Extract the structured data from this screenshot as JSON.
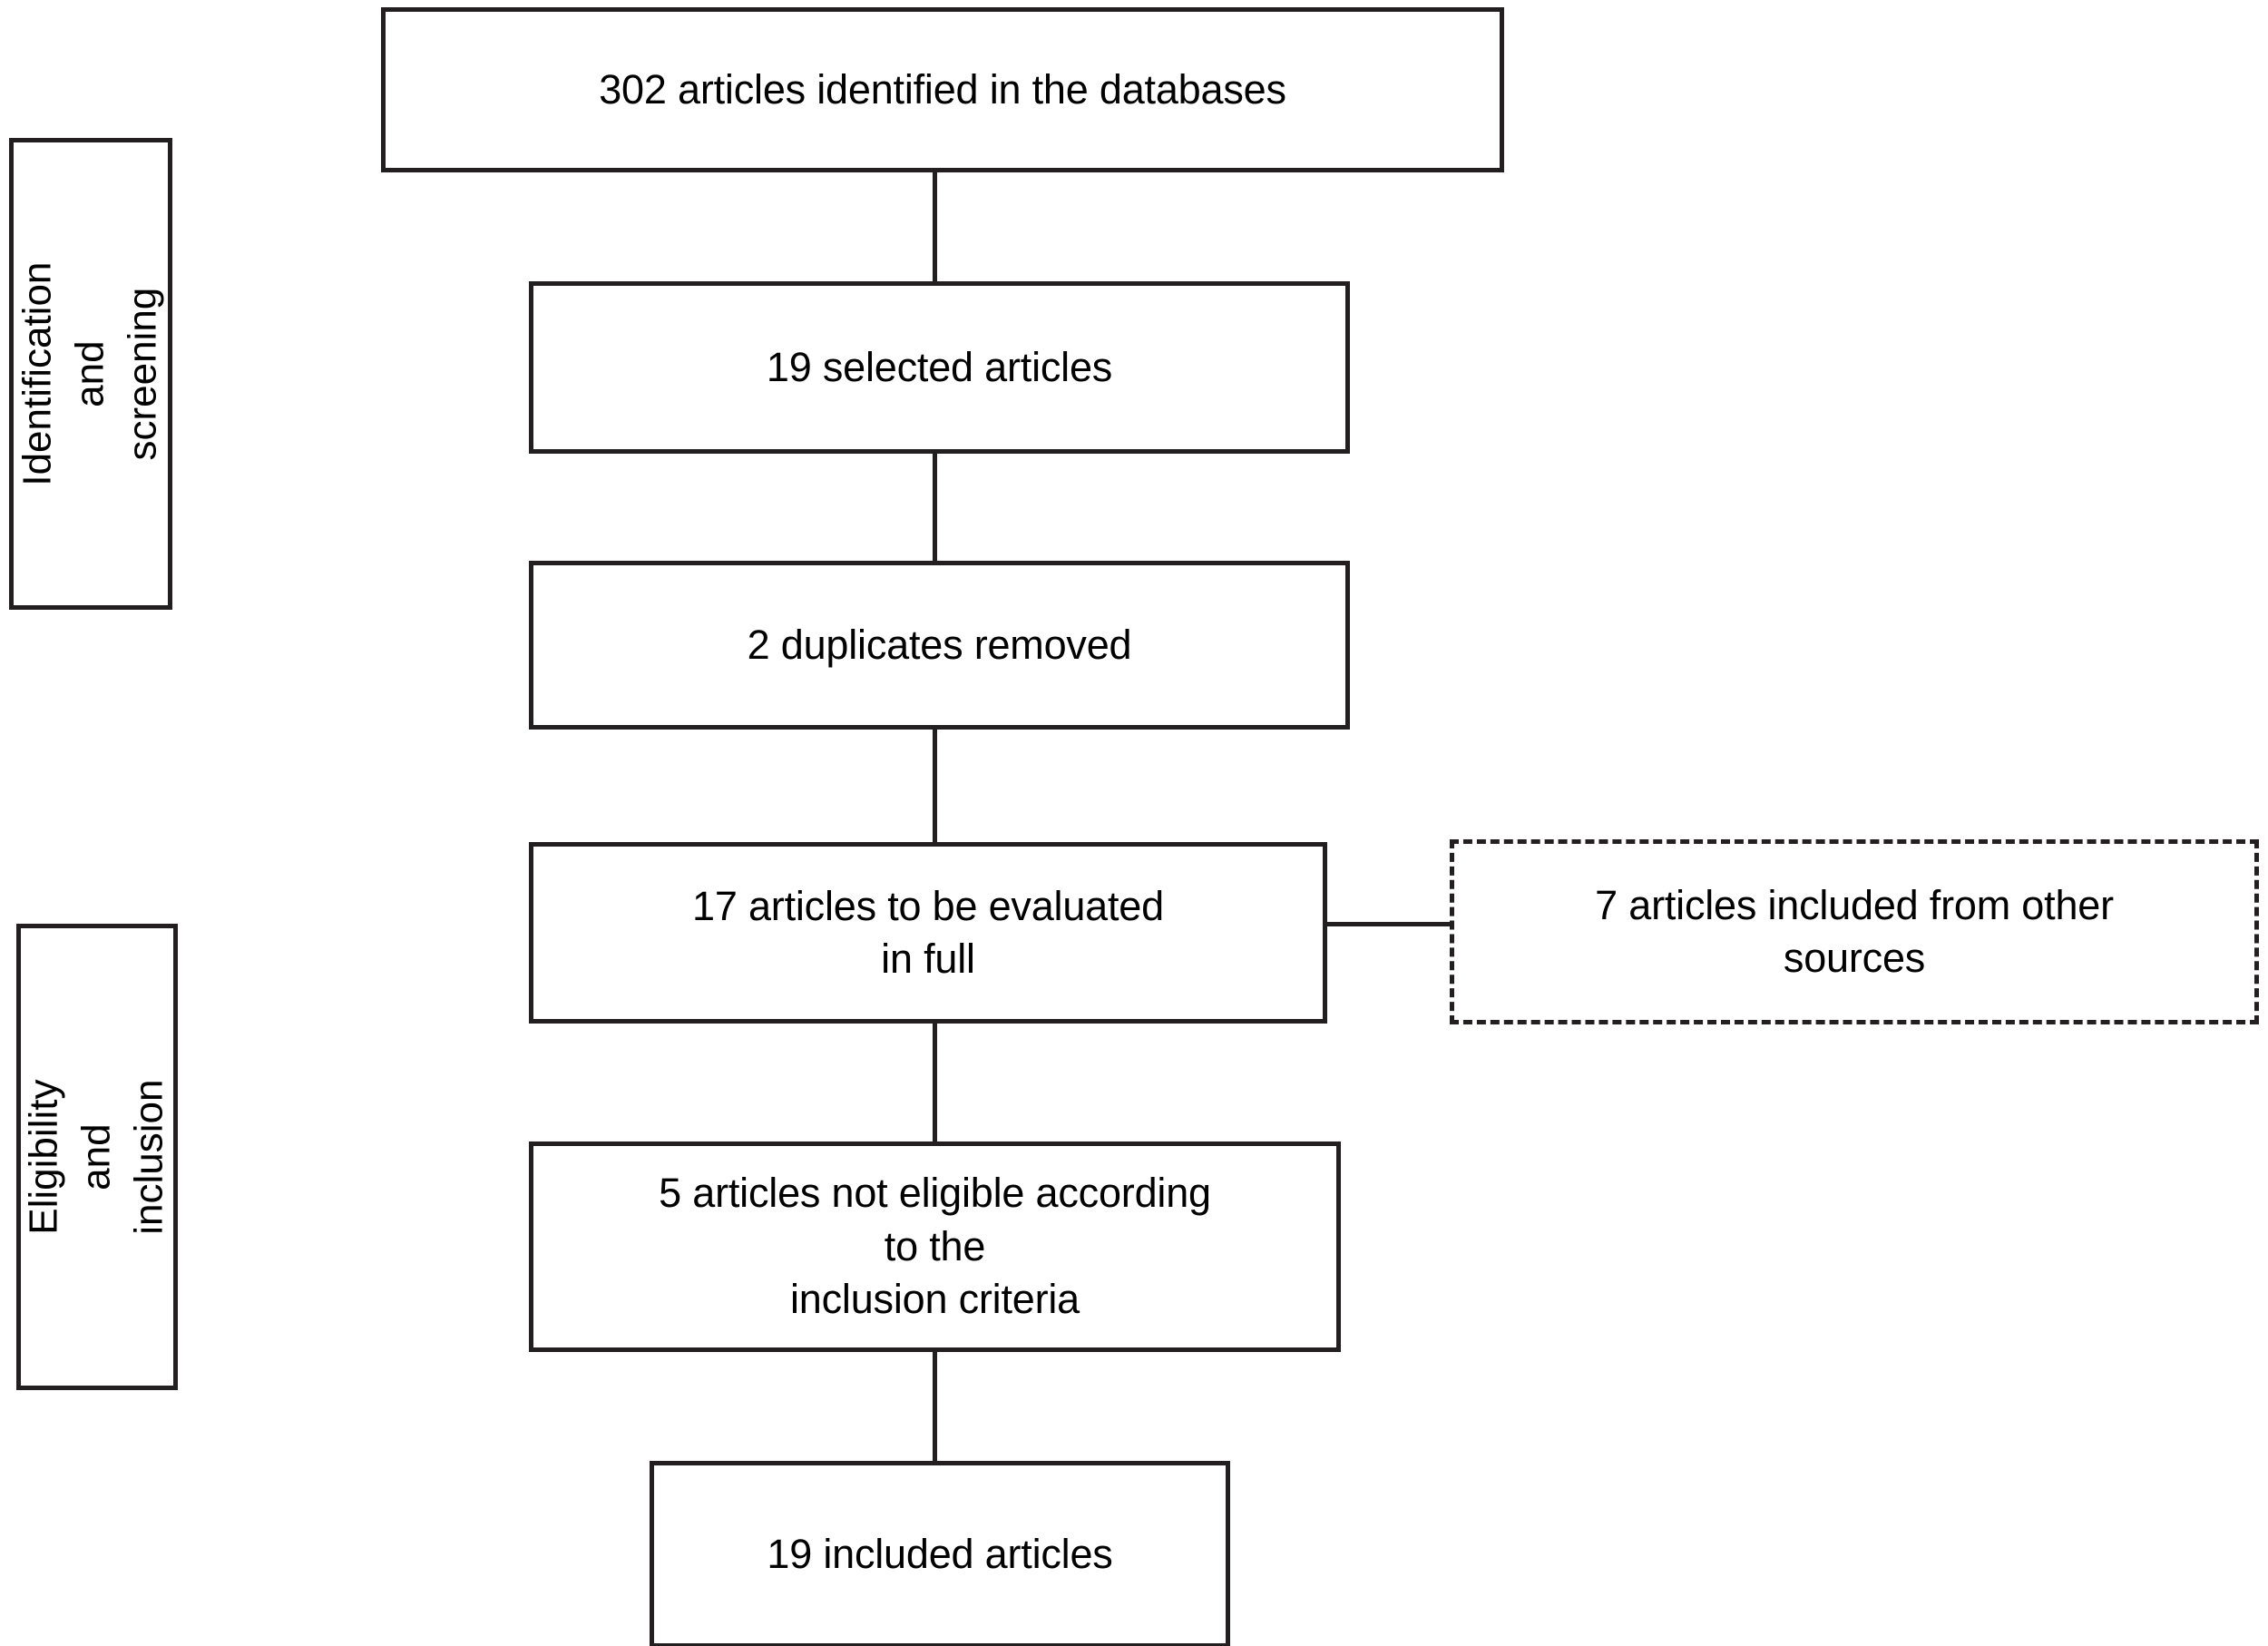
{
  "diagram": {
    "title": "PRISMA study selection flow diagram",
    "type": "flowchart",
    "line_color": "#231f20",
    "background": "#ffffff"
  },
  "phases": [
    {
      "id": "identification-screening",
      "label": "Identification and\nscreening"
    },
    {
      "id": "eligibility-inclusion",
      "label": "Eligibility and\ninclusion"
    }
  ],
  "nodes": [
    {
      "id": "identified",
      "label": "302 articles identified in the databases",
      "count": 302,
      "style": "solid"
    },
    {
      "id": "selected",
      "label": "19 selected articles",
      "count": 19,
      "style": "solid"
    },
    {
      "id": "duplicates-removed",
      "label": "2 duplicates removed",
      "count": 2,
      "style": "solid"
    },
    {
      "id": "evaluated-full",
      "label": "17 articles to be evaluated\nin full",
      "count": 17,
      "style": "solid"
    },
    {
      "id": "other-sources",
      "label": "7 articles included from other\nsources",
      "count": 7,
      "style": "dashed"
    },
    {
      "id": "not-eligible",
      "label": "5 articles not eligible according\nto the\ninclusion criteria",
      "count": 5,
      "style": "solid"
    },
    {
      "id": "included",
      "label": "19 included articles",
      "count": 19,
      "style": "solid"
    }
  ],
  "edges": [
    {
      "id": "identified-to-selected",
      "from": "identified",
      "to": "selected",
      "orientation": "vertical"
    },
    {
      "id": "selected-to-duplicates",
      "from": "selected",
      "to": "duplicates-removed",
      "orientation": "vertical"
    },
    {
      "id": "duplicates-to-evaluated",
      "from": "duplicates-removed",
      "to": "evaluated-full",
      "orientation": "vertical"
    },
    {
      "id": "evaluated-to-other-sources",
      "from": "evaluated-full",
      "to": "other-sources",
      "orientation": "horizontal"
    },
    {
      "id": "evaluated-to-not-eligible",
      "from": "evaluated-full",
      "to": "not-eligible",
      "orientation": "vertical"
    },
    {
      "id": "not-eligible-to-included",
      "from": "not-eligible",
      "to": "included",
      "orientation": "vertical"
    }
  ]
}
